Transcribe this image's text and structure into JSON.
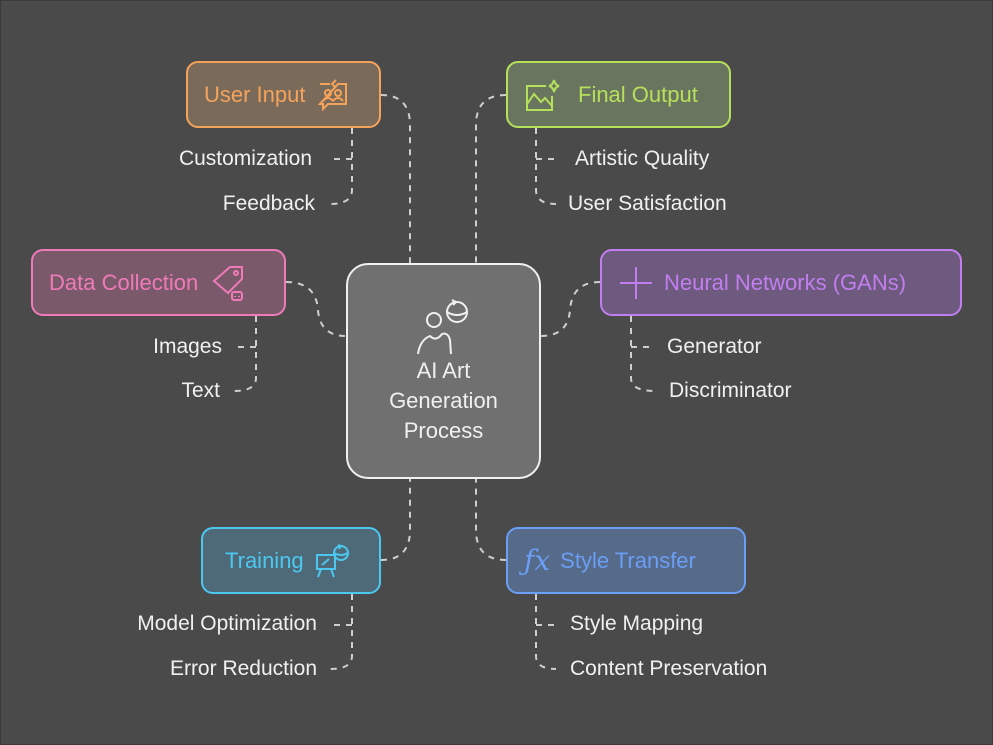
{
  "center": {
    "title_lines": [
      "AI Art",
      "Generation",
      "Process"
    ],
    "icon": "person-art-refresh-icon"
  },
  "colors": {
    "background": "#4a4a4a",
    "user_input": "#f5a35a",
    "final_output": "#b5e05a",
    "data_collection": "#f07ab8",
    "neural_networks": "#c27ef0",
    "training": "#4cc8f0",
    "style_transfer": "#6b9ef5"
  },
  "nodes": {
    "user_input": {
      "label": "User Input",
      "icon": "user-chat-icon",
      "items": [
        "Customization",
        "Feedback"
      ]
    },
    "final_output": {
      "label": "Final Output",
      "icon": "image-sparkle-icon",
      "items": [
        "Artistic Quality",
        "User Satisfaction"
      ]
    },
    "data_collection": {
      "label": "Data Collection",
      "icon": "tag-robot-icon",
      "items": [
        "Images",
        "Text"
      ]
    },
    "neural_networks": {
      "label": "Neural Networks (GANs)",
      "icon": "plus-icon",
      "items": [
        "Generator",
        "Discriminator"
      ]
    },
    "training": {
      "label": "Training",
      "icon": "easel-refresh-icon",
      "items": [
        "Model Optimization",
        "Error Reduction"
      ]
    },
    "style_transfer": {
      "label": "Style Transfer",
      "icon": "function-fx-icon",
      "items": [
        "Style Mapping",
        "Content Preservation"
      ]
    }
  }
}
